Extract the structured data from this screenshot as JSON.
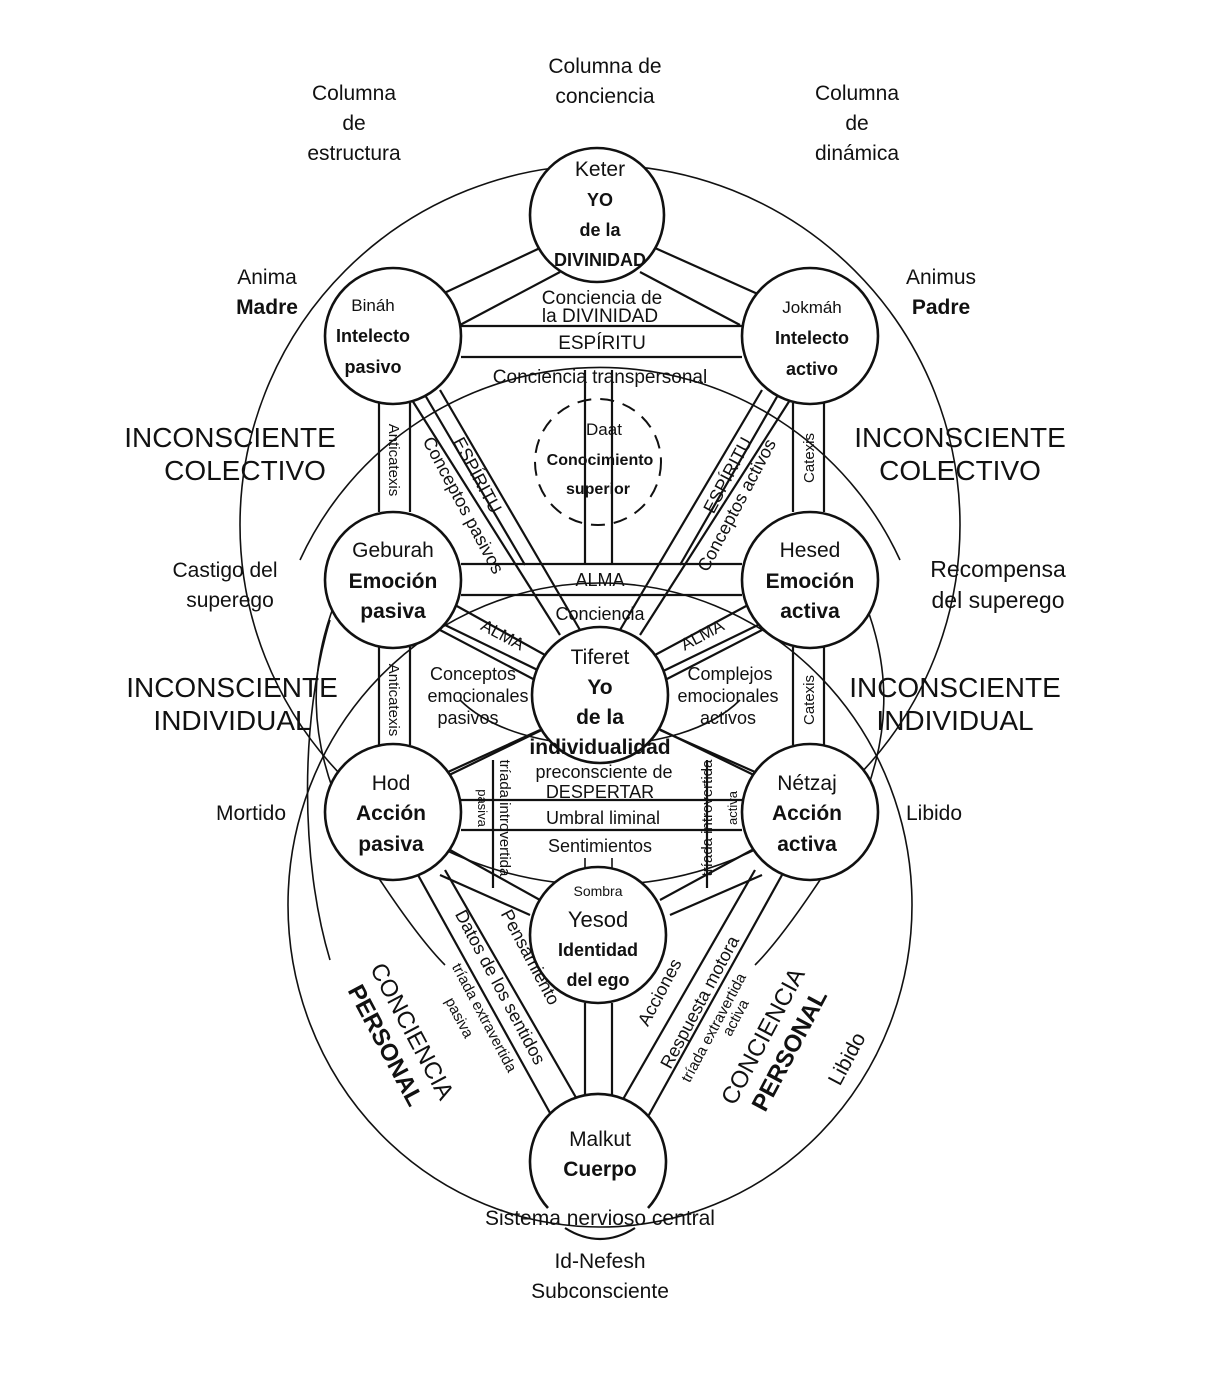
{
  "columns": {
    "structure": [
      "Columna",
      "de",
      "estructura"
    ],
    "consciousness": [
      "Columna de",
      "conciencia"
    ],
    "dynamics": [
      "Columna",
      "de",
      "dinámica"
    ]
  },
  "side_labels": {
    "anima": [
      "Anima",
      "Madre"
    ],
    "animus": [
      "Animus",
      "Padre"
    ],
    "collective_left": [
      "INCONSCIENTE",
      "COLECTIVO"
    ],
    "collective_right": [
      "INCONSCIENTE",
      "COLECTIVO"
    ],
    "punishment": [
      "Castigo del",
      "superego"
    ],
    "reward": [
      "Recompensa",
      "del superego"
    ],
    "individual_left": [
      "INCONSCIENTE",
      "INDIVIDUAL"
    ],
    "individual_right": [
      "INCONSCIENTE",
      "INDIVIDUAL"
    ],
    "mortido": "Mortido",
    "libido_right": "Libido",
    "libido_lower": "Libido",
    "personal_left": [
      "CONCIENCIA",
      "PERSONAL"
    ],
    "personal_right": [
      "CONCIENCIA",
      "PERSONAL"
    ]
  },
  "nodes": {
    "keter": [
      "Keter",
      "YO",
      "de la",
      "DIVINIDAD"
    ],
    "binah": [
      "Bináh",
      "Intelecto",
      "pasivo"
    ],
    "jokmah": [
      "Jokmáh",
      "Intelecto",
      "activo"
    ],
    "daat": [
      "Daat",
      "Conocimiento",
      "superior"
    ],
    "geburah": [
      "Geburah",
      "Emoción",
      "pasiva"
    ],
    "hesed": [
      "Hesed",
      "Emoción",
      "activa"
    ],
    "tiferet": [
      "Tiferet",
      "Yo",
      "de la",
      "individualidad"
    ],
    "hod": [
      "Hod",
      "Acción",
      "pasiva"
    ],
    "netzaj": [
      "Nétzaj",
      "Acción",
      "activa"
    ],
    "yesod": [
      "Sombra",
      "Yesod",
      "Identidad",
      "del ego"
    ],
    "malkut": [
      "Malkut",
      "Cuerpo"
    ]
  },
  "paths": {
    "divinity_consciousness": [
      "Conciencia de",
      "la DIVINIDAD"
    ],
    "spirit_bar": "ESPÍRITU",
    "transpersonal": "Conciencia transpersonal",
    "spirit_left": "ESPÍRITU",
    "spirit_right": "ESPÍRITU",
    "passive_concepts": "Conceptos pasivos",
    "active_concepts": "Conceptos activos",
    "anticathexis_upper": "Anticatexis",
    "cathexis_upper": "Catexis",
    "soul_bar": "ALMA",
    "consciousness": "Conciencia",
    "soul_left": "ALMA",
    "soul_right": "ALMA",
    "emotional_concepts": [
      "Conceptos",
      "emocionales",
      "pasivos"
    ],
    "emotional_complexes": [
      "Complejos",
      "emocionales",
      "activos"
    ],
    "anticathexis_lower": "Anticatexis",
    "cathexis_lower": "Catexis",
    "preconscious": [
      "preconsciente de",
      "DESPERTAR"
    ],
    "liminal": "Umbral liminal",
    "feelings": "Sentimientos",
    "introverted_left": "tríada introvertida",
    "introverted_right": "tríada introvertida",
    "passive_small": "pasiva",
    "active_small": "activa",
    "senses": "Datos de los sentidos",
    "thought": "Pensamiento",
    "actions": "Acciones",
    "motor": "Respuesta motora",
    "extraverted_passive": [
      "tríada extravertida",
      "pasiva"
    ],
    "extraverted_active": [
      "tríada extravertida",
      "activa"
    ]
  },
  "bottom": {
    "nervous": "Sistema nervioso central",
    "id": [
      "Id-Nefesh",
      "Subconsciente"
    ]
  }
}
